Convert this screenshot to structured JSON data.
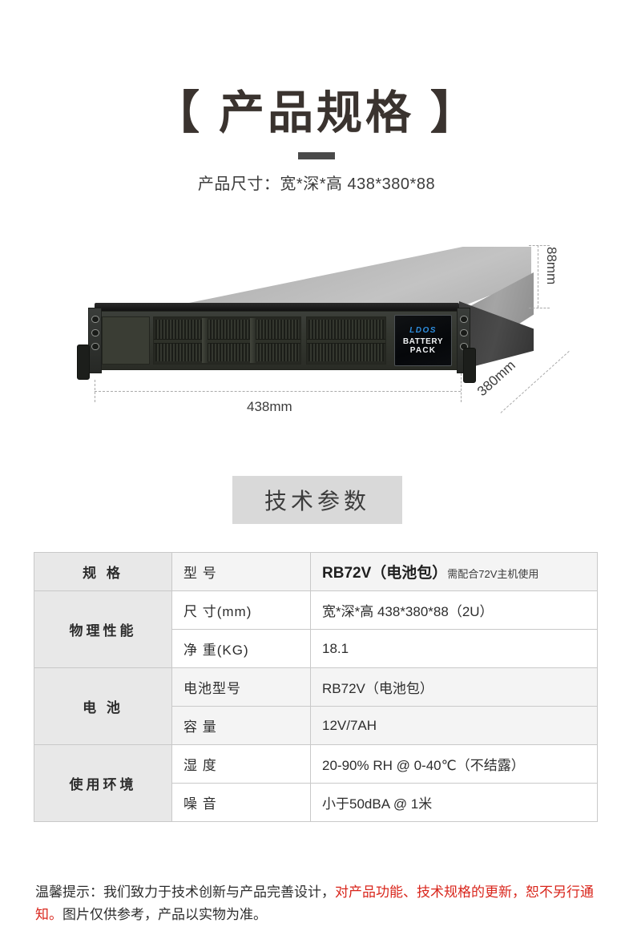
{
  "header": {
    "title": "【 产品规格 】",
    "subtitle": "产品尺寸：宽*深*高  438*380*88"
  },
  "product_image": {
    "badge": {
      "brand": "LDOS",
      "line1": "BATTERY",
      "line2": "PACK"
    },
    "dimensions": {
      "width_label": "438mm",
      "depth_label": "380mm",
      "height_label": "88mm"
    }
  },
  "section": {
    "heading": "技术参数"
  },
  "spec_table": {
    "rows": [
      {
        "group": "规  格",
        "attr": "型  号",
        "value_strong": "RB72V（电池包）",
        "value_note": "需配合72V主机使用"
      },
      {
        "group": "物理性能",
        "attr": "尺  寸(mm)",
        "value": "宽*深*高  438*380*88（2U）"
      },
      {
        "attr": "净  重(KG)",
        "value": "18.1"
      },
      {
        "group": "电  池",
        "attr": "电池型号",
        "value": "RB72V（电池包）"
      },
      {
        "attr": "容  量",
        "value": "12V/7AH"
      },
      {
        "group": "使用环境",
        "attr": "湿  度",
        "value": "20-90% RH @ 0-40℃（不结露）"
      },
      {
        "attr": "噪  音",
        "value": "小于50dBA @ 1米"
      }
    ]
  },
  "footer": {
    "part1": "温馨提示：我们致力于技术创新与产品完善设计，",
    "part2_red": "对产品功能、技术规格的更新，恕不另行通知。",
    "part3": "图片仅供参考，产品以实物为准。"
  },
  "colors": {
    "title": "#3a332f",
    "accent_red": "#d9261c",
    "badge_blue": "#2f8fe0",
    "heading_bg": "#d9d9d9",
    "table_group_bg": "#e8e8e8"
  }
}
